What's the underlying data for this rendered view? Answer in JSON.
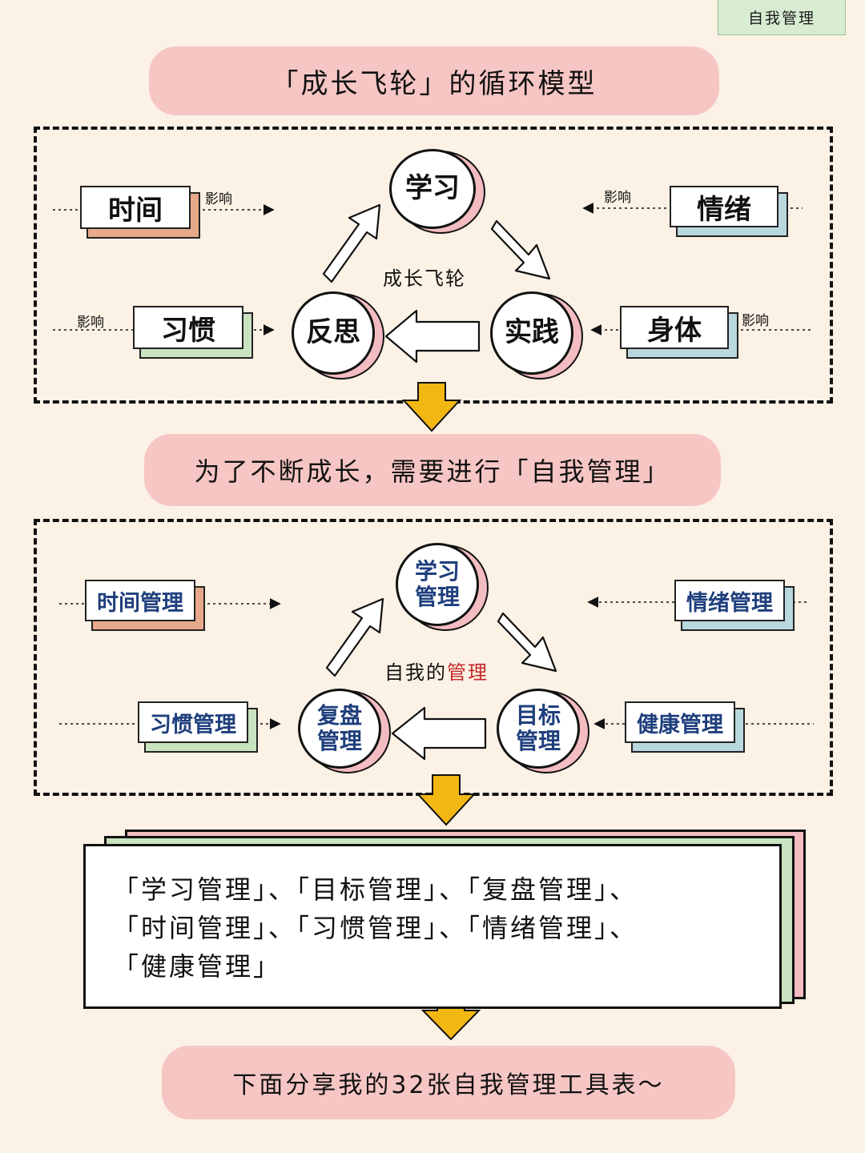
{
  "tag": "自我管理",
  "title_bubble": "「成长飞轮」的循环模型",
  "mid_bubble": "为了不断成长，需要进行「自我管理」",
  "bottom_bubble": "下面分享我的32张自我管理工具表～",
  "colors": {
    "background": "#fbf1e4",
    "bubble_pink": "#f6c6c4",
    "arrow_yellow": "#f3b713",
    "shadow_orange": "#e6a98a",
    "shadow_blue": "#b9d8de",
    "shadow_green": "#c9e2bf",
    "shadow_pink": "#f3bcc0",
    "text_blue": "#1f3f7d",
    "text_red": "#c42828"
  },
  "flywheel": {
    "center_label": "成长飞轮",
    "circles": {
      "top": "学习",
      "right": "实践",
      "left": "反思"
    },
    "factors": {
      "top_left": "时间",
      "bottom_left": "习惯",
      "top_right": "情绪",
      "bottom_right": "身体"
    },
    "influence_label": "影响"
  },
  "management": {
    "center_label_prefix": "自我的",
    "center_label_highlight": "管理",
    "circles": {
      "top": "学习\n管理",
      "right": "目标\n管理",
      "left": "复盘\n管理"
    },
    "factors": {
      "top_left": "时间管理",
      "bottom_left": "习惯管理",
      "top_right": "情绪管理",
      "bottom_right": "健康管理"
    }
  },
  "list": {
    "rows": [
      "「学习管理」、「目标管理」、「复盘管理」、",
      "「时间管理」、「习惯管理」、「情绪管理」、",
      "「健康管理」"
    ]
  }
}
